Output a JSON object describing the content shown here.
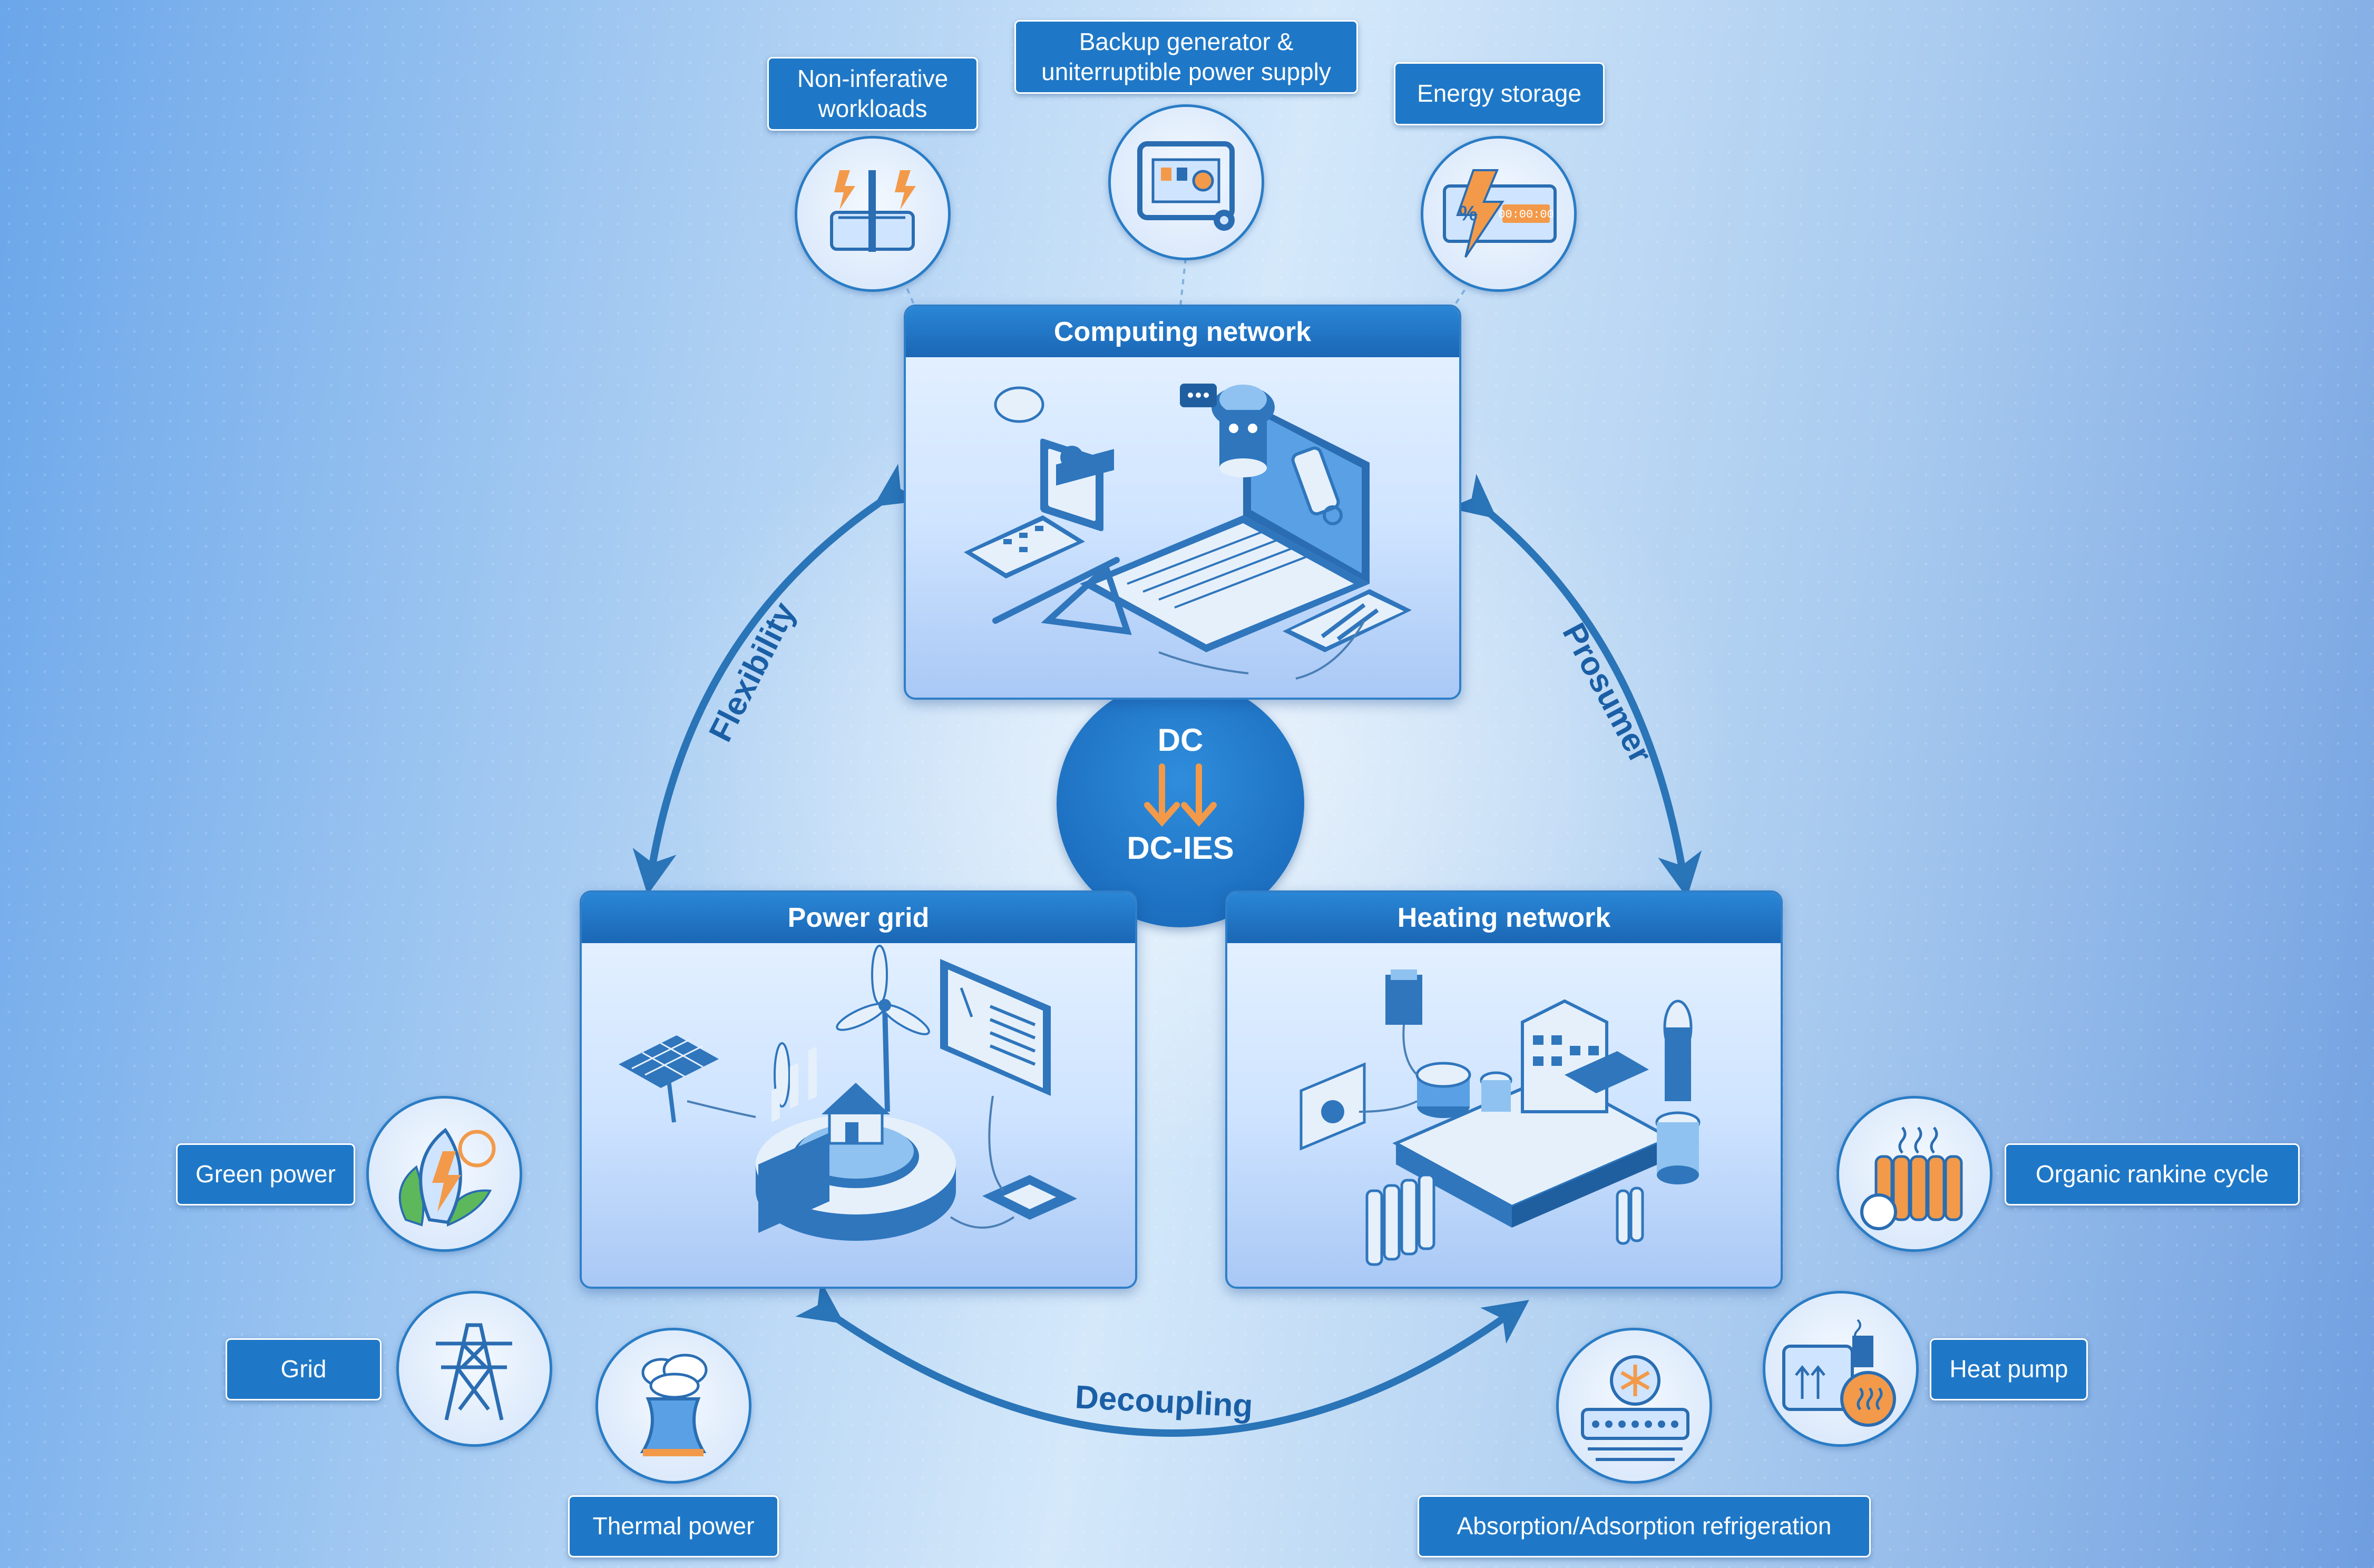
{
  "colors": {
    "primary": "#1f78c7",
    "panel_header": "#1a67b5",
    "arrow": "#2a74b8",
    "accent_orange": "#f29a4a",
    "background_light": "#d4e8fa"
  },
  "hub": {
    "top": "DC",
    "bottom": "DC-IES",
    "arrow_icon": "down-arrows-icon"
  },
  "panels": {
    "computing": {
      "title": "Computing network",
      "illustration": "laptop-server-illustration"
    },
    "power": {
      "title": "Power grid",
      "illustration": "smart-grid-illustration"
    },
    "heating": {
      "title": "Heating network",
      "illustration": "heating-plant-illustration"
    }
  },
  "relations": {
    "flexibility": "Flexibility",
    "prosumer": "Prosumer",
    "decoupling": "Decoupling"
  },
  "items": {
    "non_inferative": {
      "label": "Non-inferative\nworkloads",
      "icon": "workload-balance-icon"
    },
    "backup": {
      "label": "Backup generator &\nuniterruptible power supply",
      "icon": "generator-icon"
    },
    "storage": {
      "label": "Energy storage",
      "icon": "battery-icon"
    },
    "green": {
      "label": "Green power",
      "icon": "green-energy-icon"
    },
    "grid": {
      "label": "Grid",
      "icon": "transmission-tower-icon"
    },
    "thermal": {
      "label": "Thermal power",
      "icon": "cooling-tower-icon"
    },
    "orc": {
      "label": "Organic rankine cycle",
      "icon": "radiator-icon"
    },
    "heat_pump": {
      "label": "Heat pump",
      "icon": "heat-pump-icon"
    },
    "absorption": {
      "label": "Absorption/Adsorption refrigeration",
      "icon": "refrigeration-icon"
    }
  }
}
